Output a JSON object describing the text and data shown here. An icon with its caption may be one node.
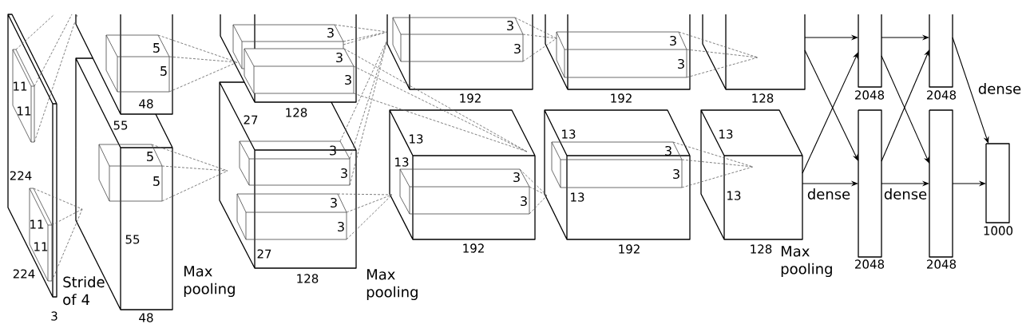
{
  "diagram": {
    "nodes": [
      {
        "text": [
          "224",
          "224",
          "3"
        ]
      },
      {
        "text": [
          "11",
          "11"
        ],
        "in": 0
      },
      {
        "text": [
          "11",
          "11"
        ],
        "in": 0
      },
      {
        "text": [
          "48"
        ]
      },
      {
        "text": [
          "5",
          "5"
        ],
        "in": 3
      },
      {
        "text": [
          "55",
          "55",
          "48"
        ]
      },
      {
        "text": [
          "5",
          "5"
        ],
        "in": 5
      },
      {
        "text": [],
        "shape": "box",
        "beside": [
          "128"
        ]
      },
      {
        "text": [
          "3"
        ],
        "in": 7
      },
      {
        "text": [
          "3",
          "3"
        ],
        "in": 7
      },
      {
        "text": [
          "27",
          "27",
          "128"
        ]
      },
      {
        "text": [
          "3",
          "3"
        ],
        "in": 10
      },
      {
        "text": [
          "3",
          "3"
        ],
        "in": 10
      },
      {
        "text": [
          "192"
        ]
      },
      {
        "text": [
          "3",
          "3"
        ],
        "in": 13
      },
      {
        "text": [
          "13",
          "13",
          "192"
        ]
      },
      {
        "text": [
          "3",
          "3"
        ],
        "in": 15
      },
      {
        "text": [
          "192"
        ]
      },
      {
        "text": [
          "3",
          "3"
        ],
        "in": 17
      },
      {
        "text": [
          "13",
          "13",
          "192"
        ]
      },
      {
        "text": [
          "3",
          "3"
        ],
        "in": 19
      },
      {
        "text": [
          "128"
        ]
      },
      {
        "text": [
          "13",
          "13",
          "128"
        ]
      },
      {
        "text": [
          "2048"
        ]
      },
      {
        "text": [
          "2048"
        ]
      },
      {
        "text": [
          "2048"
        ]
      },
      {
        "text": [
          "2048"
        ]
      },
      {
        "text": [
          "1000"
        ]
      }
    ],
    "edges": [
      {
        "from": 1,
        "to": 3,
        "arrow": "none",
        "style": "dashed",
        "color": "#606060"
      },
      {
        "from": 2,
        "to": 5,
        "arrow": "none",
        "style": "dashed",
        "color": "#606060"
      },
      {
        "from": 4,
        "to": 7,
        "arrow": "none",
        "style": "dashed",
        "color": "#606060"
      },
      {
        "from": 6,
        "to": 10,
        "arrow": "none",
        "style": "dashed",
        "color": "#606060"
      },
      {
        "from": 8,
        "to": 13,
        "arrow": "none",
        "style": "dashed",
        "color": "#606060"
      },
      {
        "from": 9,
        "to": 15,
        "arrow": "none",
        "style": "dashed",
        "color": "#606060"
      },
      {
        "from": 11,
        "to": 13,
        "arrow": "none",
        "style": "dashed",
        "color": "#606060"
      },
      {
        "from": 12,
        "to": 15,
        "arrow": "none",
        "style": "dashed",
        "color": "#606060"
      },
      {
        "from": 14,
        "to": 17,
        "arrow": "none",
        "style": "dashed",
        "color": "#606060"
      },
      {
        "from": 16,
        "to": 19,
        "arrow": "none",
        "style": "dashed",
        "color": "#606060"
      },
      {
        "from": 18,
        "to": 21,
        "arrow": "none",
        "style": "dashed",
        "color": "#606060"
      },
      {
        "from": 20,
        "to": 22,
        "arrow": "none",
        "style": "dashed",
        "color": "#606060"
      },
      {
        "from": 21,
        "to": 23,
        "arrow": "to",
        "color": "#000000"
      },
      {
        "from": 21,
        "to": 24,
        "arrow": "to",
        "color": "#000000"
      },
      {
        "from": 22,
        "to": 23,
        "arrow": "to",
        "color": "#000000"
      },
      {
        "from": 22,
        "to": 24,
        "arrow": "to",
        "label": "dense",
        "color": "#000000"
      },
      {
        "from": 23,
        "to": 25,
        "arrow": "to",
        "color": "#000000"
      },
      {
        "from": 23,
        "to": 26,
        "arrow": "to",
        "color": "#000000"
      },
      {
        "from": 24,
        "to": 25,
        "arrow": "to",
        "color": "#000000"
      },
      {
        "from": 24,
        "to": 26,
        "arrow": "to",
        "label": "dense",
        "color": "#000000"
      },
      {
        "from": 25,
        "to": 27,
        "arrow": "to",
        "label": "dense",
        "color": "#000000"
      },
      {
        "from": 26,
        "to": 27,
        "arrow": "to",
        "color": "#000000"
      }
    ],
    "labels": [
      "Stride of 4",
      "Max pooling",
      "Max pooling",
      "Max pooling"
    ]
  }
}
